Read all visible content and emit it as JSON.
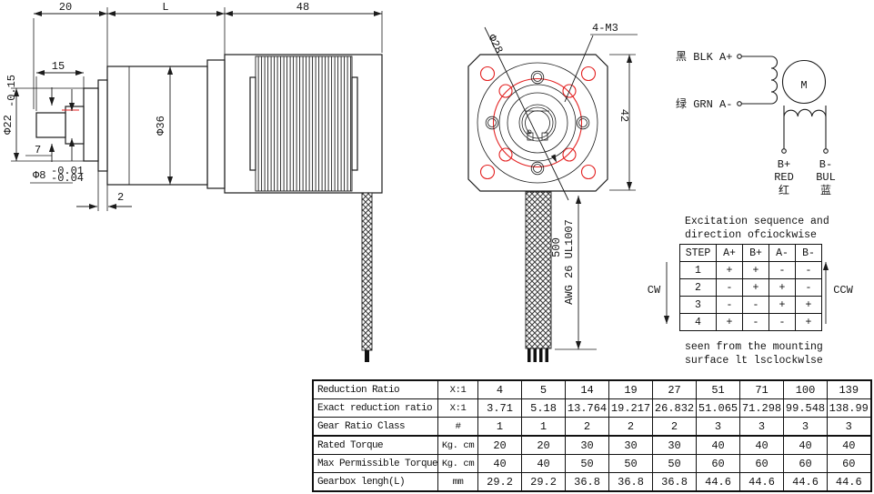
{
  "colors": {
    "line": "#1c1c1c",
    "accent_red": "#e32222"
  },
  "side_view": {
    "dim_20": "20",
    "dim_L": "L",
    "dim_48": "48",
    "dim_15": "15",
    "dim_7": "7",
    "dim_2": "2",
    "dim_d36": "Φ36",
    "dim_d22": "Φ22",
    "dim_d22_tol": "-0.15",
    "dim_d8": "Φ8",
    "dim_d8_tol_upper": "-0.01",
    "dim_d8_tol_lower": "-0.04"
  },
  "front_view": {
    "dim_d28": "Φ28",
    "dim_holes": "4-M3",
    "dim_42": "42",
    "dim_wire_length": "500",
    "wire_spec": "AWG 26 UL1007"
  },
  "wiring_diagram": {
    "phase_a_plus": "黑 BLK A+",
    "phase_a_minus": "绿 GRN A-",
    "motor_symbol": "M",
    "b_plus_terminal": "B+",
    "b_plus_color_en": "RED",
    "b_plus_color_cn": "红",
    "b_minus_terminal": "B-",
    "b_minus_color_en": "BUL",
    "b_minus_color_cn": "蓝"
  },
  "excitation": {
    "title_line1": "Excitation sequence and",
    "title_line2": "direction ofciockwise",
    "cw_label": "CW",
    "ccw_label": "CCW",
    "headers": [
      "STEP",
      "A+",
      "B+",
      "A-",
      "B-"
    ],
    "rows": [
      [
        "1",
        "+",
        "+",
        "-",
        "-"
      ],
      [
        "2",
        "-",
        "+",
        "+",
        "-"
      ],
      [
        "3",
        "-",
        "-",
        "+",
        "+"
      ],
      [
        "4",
        "+",
        "-",
        "-",
        "+"
      ]
    ],
    "caption_line1": "seen from the mounting",
    "caption_line2": "surface lt lsclockwlse"
  },
  "spec_table": {
    "rows": [
      {
        "label": "Reduction Ratio",
        "unit": "X:1",
        "values": [
          "4",
          "5",
          "14",
          "19",
          "27",
          "51",
          "71",
          "100",
          "139"
        ]
      },
      {
        "label": "Exact reduction ratio",
        "unit": "X:1",
        "values": [
          "3.71",
          "5.18",
          "13.764",
          "19.217",
          "26.832",
          "51.065",
          "71.298",
          "99.548",
          "138.99"
        ]
      },
      {
        "label": "Gear Ratio Class",
        "unit": "#",
        "values": [
          "1",
          "1",
          "2",
          "2",
          "2",
          "3",
          "3",
          "3",
          "3"
        ]
      },
      {
        "label": "Rated Torque",
        "unit": "Kg. cm",
        "values": [
          "20",
          "20",
          "30",
          "30",
          "30",
          "40",
          "40",
          "40",
          "40"
        ]
      },
      {
        "label": "Max Permissible Torque",
        "unit": "Kg. cm",
        "values": [
          "40",
          "40",
          "50",
          "50",
          "50",
          "60",
          "60",
          "60",
          "60"
        ]
      },
      {
        "label": "Gearbox lengh(L)",
        "unit": "mm",
        "values": [
          "29.2",
          "29.2",
          "36.8",
          "36.8",
          "36.8",
          "44.6",
          "44.6",
          "44.6",
          "44.6"
        ]
      }
    ]
  }
}
